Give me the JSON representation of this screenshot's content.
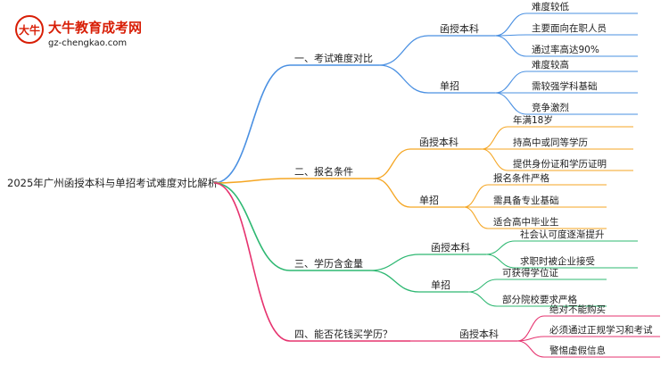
{
  "logo": {
    "title": "大牛教育成考网",
    "url": "gz-chengkao.com",
    "badge_glyph": "大牛",
    "colors": {
      "title": "#d81e06",
      "url": "#1a1a1a",
      "accent": "#d81e06"
    }
  },
  "root": {
    "label": "2025年广州函授本科与单招考试难度对比解析"
  },
  "colors": {
    "branch1": "#4a90e2",
    "branch2": "#f5a623",
    "branch3": "#2eb872",
    "branch4": "#e6336f"
  },
  "branches": [
    {
      "label": "一、考试难度对比",
      "subs": [
        {
          "label": "函授本科",
          "leaves": [
            "难度较低",
            "主要面向在职人员",
            "通过率高达90%"
          ]
        },
        {
          "label": "单招",
          "leaves": [
            "难度较高",
            "需较强学科基础",
            "竞争激烈"
          ]
        }
      ]
    },
    {
      "label": "二、报名条件",
      "subs": [
        {
          "label": "函授本科",
          "leaves": [
            "年满18岁",
            "持高中或同等学历",
            "提供身份证和学历证明"
          ]
        },
        {
          "label": "单招",
          "leaves": [
            "报名条件严格",
            "需具备专业基础",
            "适合高中毕业生"
          ]
        }
      ]
    },
    {
      "label": "三、学历含金量",
      "subs": [
        {
          "label": "函授本科",
          "leaves": [
            "社会认可度逐渐提升",
            "求职时被企业接受"
          ]
        },
        {
          "label": "单招",
          "leaves": [
            "可获得学位证",
            "部分院校要求严格"
          ]
        }
      ]
    },
    {
      "label": "四、能否花钱买学历？",
      "subs": [
        {
          "label": "函授本科",
          "leaves": [
            "绝对不能购买",
            "必须通过正规学习和考试",
            "警惕虚假信息"
          ]
        }
      ]
    }
  ]
}
